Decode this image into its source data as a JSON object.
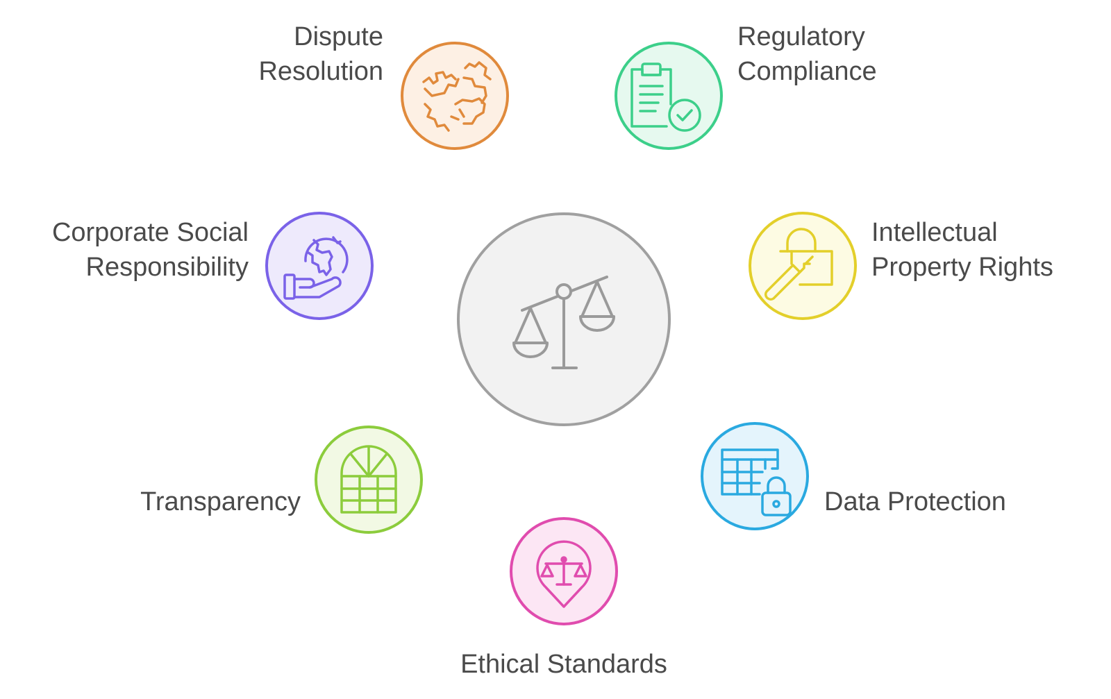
{
  "center": {
    "icon": "balance-scale-icon",
    "fill": "#f2f2f2",
    "stroke": "#a0a0a0"
  },
  "nodes": [
    {
      "id": "dispute-resolution",
      "lines": [
        "Dispute",
        "Resolution"
      ],
      "icon": "handshake-puzzle-icon",
      "stroke": "#e08a3c",
      "fill": "#fdf0e4"
    },
    {
      "id": "regulatory-compliance",
      "lines": [
        "Regulatory",
        "Compliance"
      ],
      "icon": "clipboard-check-icon",
      "stroke": "#3ccf8a",
      "fill": "#e6f9ef"
    },
    {
      "id": "intellectual-property-rights",
      "lines": [
        "Intellectual",
        "Property Rights"
      ],
      "icon": "lock-key-icon",
      "stroke": "#e3cf2a",
      "fill": "#fdfbe3"
    },
    {
      "id": "data-protection",
      "lines": [
        "Data Protection"
      ],
      "icon": "locked-table-icon",
      "stroke": "#2aa9e0",
      "fill": "#e4f4fc"
    },
    {
      "id": "ethical-standards",
      "lines": [
        "Ethical Standards"
      ],
      "icon": "scale-pin-icon",
      "stroke": "#e04cae",
      "fill": "#fce6f4"
    },
    {
      "id": "transparency",
      "lines": [
        "Transparency"
      ],
      "icon": "window-icon",
      "stroke": "#8ccc3c",
      "fill": "#f2f9e4"
    },
    {
      "id": "corporate-social-responsibility",
      "lines": [
        "Corporate Social",
        "Responsibility"
      ],
      "icon": "globe-hand-icon",
      "stroke": "#7a62e8",
      "fill": "#eeeafc"
    }
  ]
}
